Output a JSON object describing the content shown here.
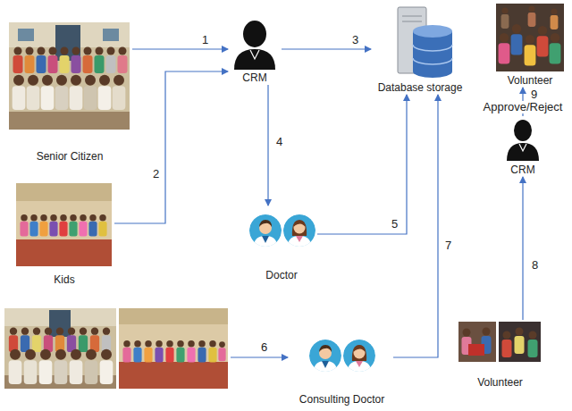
{
  "diagram": {
    "nodes": [
      {
        "text": [
          "Senior Citizen"
        ]
      },
      {
        "text": [
          "CRM"
        ]
      },
      {
        "text": [
          "Database storage"
        ]
      },
      {
        "text": [
          "Volunteer"
        ]
      },
      {
        "text": [
          "Kids"
        ]
      },
      {
        "text": [
          "CRM"
        ]
      },
      {
        "text": [
          "Doctor"
        ]
      },
      {
        "text": [
          "Consulting Doctor"
        ]
      },
      {
        "text": [
          "Volunteer"
        ]
      }
    ],
    "edges": [
      {
        "from": 0,
        "to": 1,
        "arrow": "to",
        "label": "1"
      },
      {
        "from": 4,
        "to": 1,
        "arrow": "to",
        "label": "2"
      },
      {
        "from": 1,
        "to": 2,
        "arrow": "to",
        "label": "3"
      },
      {
        "from": 1,
        "to": 6,
        "arrow": "to",
        "label": "4"
      },
      {
        "from": 6,
        "to": 2,
        "arrow": "to",
        "label": "5"
      },
      {
        "from": 7,
        "to": 2,
        "arrow": "to",
        "label": "7"
      },
      {
        "from": 8,
        "to": 5,
        "arrow": "to",
        "label": "8"
      },
      {
        "from": 5,
        "to": 3,
        "arrow": "to",
        "label": "9"
      }
    ],
    "labels": [
      "6",
      "Approve/Reject"
    ]
  }
}
